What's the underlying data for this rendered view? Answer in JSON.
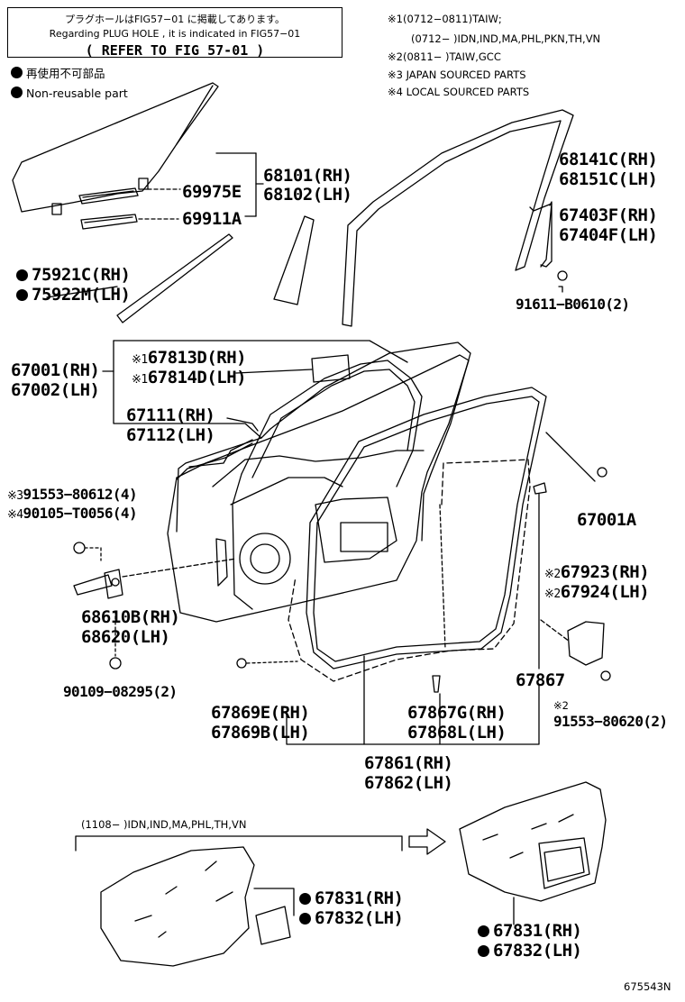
{
  "header_note": {
    "line1": "プラグホールはFIG57−01 に掲載してあります。",
    "line2": "Regarding  PLUG HOLE , it is indicated in FIG57−01",
    "line3": "( REFER TO FIG 57-01 )"
  },
  "legend": {
    "jp": "再使用不可部品",
    "en": "Non-reusable part"
  },
  "footnotes": {
    "n1a": "※1(0712−0811)TAIW;",
    "n1b": "(0712−      )IDN,IND,MA,PHL,PKN,TH,VN",
    "n2": "※2(0811−      )TAIW,GCC",
    "n3": "※3 JAPAN SOURCED PARTS",
    "n4": "※4 LOCAL SOURCED PARTS"
  },
  "parts": {
    "p68101": "68101(RH)",
    "p68102": "68102(LH)",
    "p69975E": "69975E",
    "p69911A": "69911A",
    "p75921C": "75921C(RH)",
    "p75922M": "75922M(LH)",
    "p68141C": "68141C(RH)",
    "p68151C": "68151C(LH)",
    "p67403F": "67403F(RH)",
    "p67404F": "67404F(LH)",
    "p91611": "91611−B0610(2)",
    "p67813D": "67813D(RH)",
    "p67814D": "67814D(LH)",
    "p67001": "67001(RH)",
    "p67002": "67002(LH)",
    "p67111": "67111(RH)",
    "p67112": "67112(LH)",
    "p391553": "91553−80612(4)",
    "p490105": "90105−T0056(4)",
    "p67001A": "67001A",
    "p67923": "67923(RH)",
    "p67924": "67924(LH)",
    "p68610B": "68610B(RH)",
    "p68620": "68620(LH)",
    "p90109": "90109−08295(2)",
    "p67867": "67867",
    "p91553b": "91553−80620(2)",
    "p67869E": "67869E(RH)",
    "p67869B": "67869B(LH)",
    "p67867G": "67867G(RH)",
    "p67868L": "67868L(LH)",
    "p67861": "67861(RH)",
    "p67862": "67862(LH)",
    "p67831a": "67831(RH)",
    "p67832a": "67832(LH)",
    "p67831b": "67831(RH)",
    "p67832b": "67832(LH)"
  },
  "marks": {
    "m1": "※1",
    "m2": "※2",
    "m3": "※3",
    "m4": "※4"
  },
  "bottom_note": "(1108−      )IDN,IND,MA,PHL,TH,VN",
  "figure_id": "675543N"
}
